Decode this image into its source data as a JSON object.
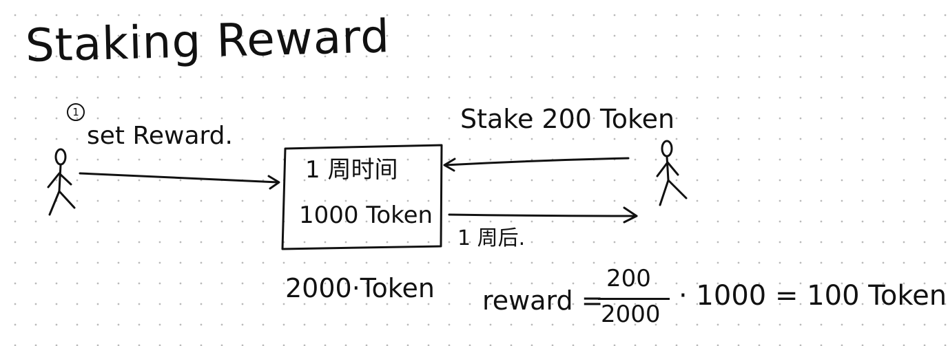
{
  "title": "Staking Reward",
  "step": {
    "number": "1",
    "label": "set Reward."
  },
  "stake_label": "Stake 200 Token",
  "pool": {
    "duration": "1 周时间",
    "amount": "1000 Token"
  },
  "after_label": "1 周后.",
  "total_staked": "2000·Token",
  "formula": {
    "lhs": "reward =",
    "numerator": "200",
    "denominator": "2000",
    "rhs": "· 1000 = 100 Token"
  }
}
